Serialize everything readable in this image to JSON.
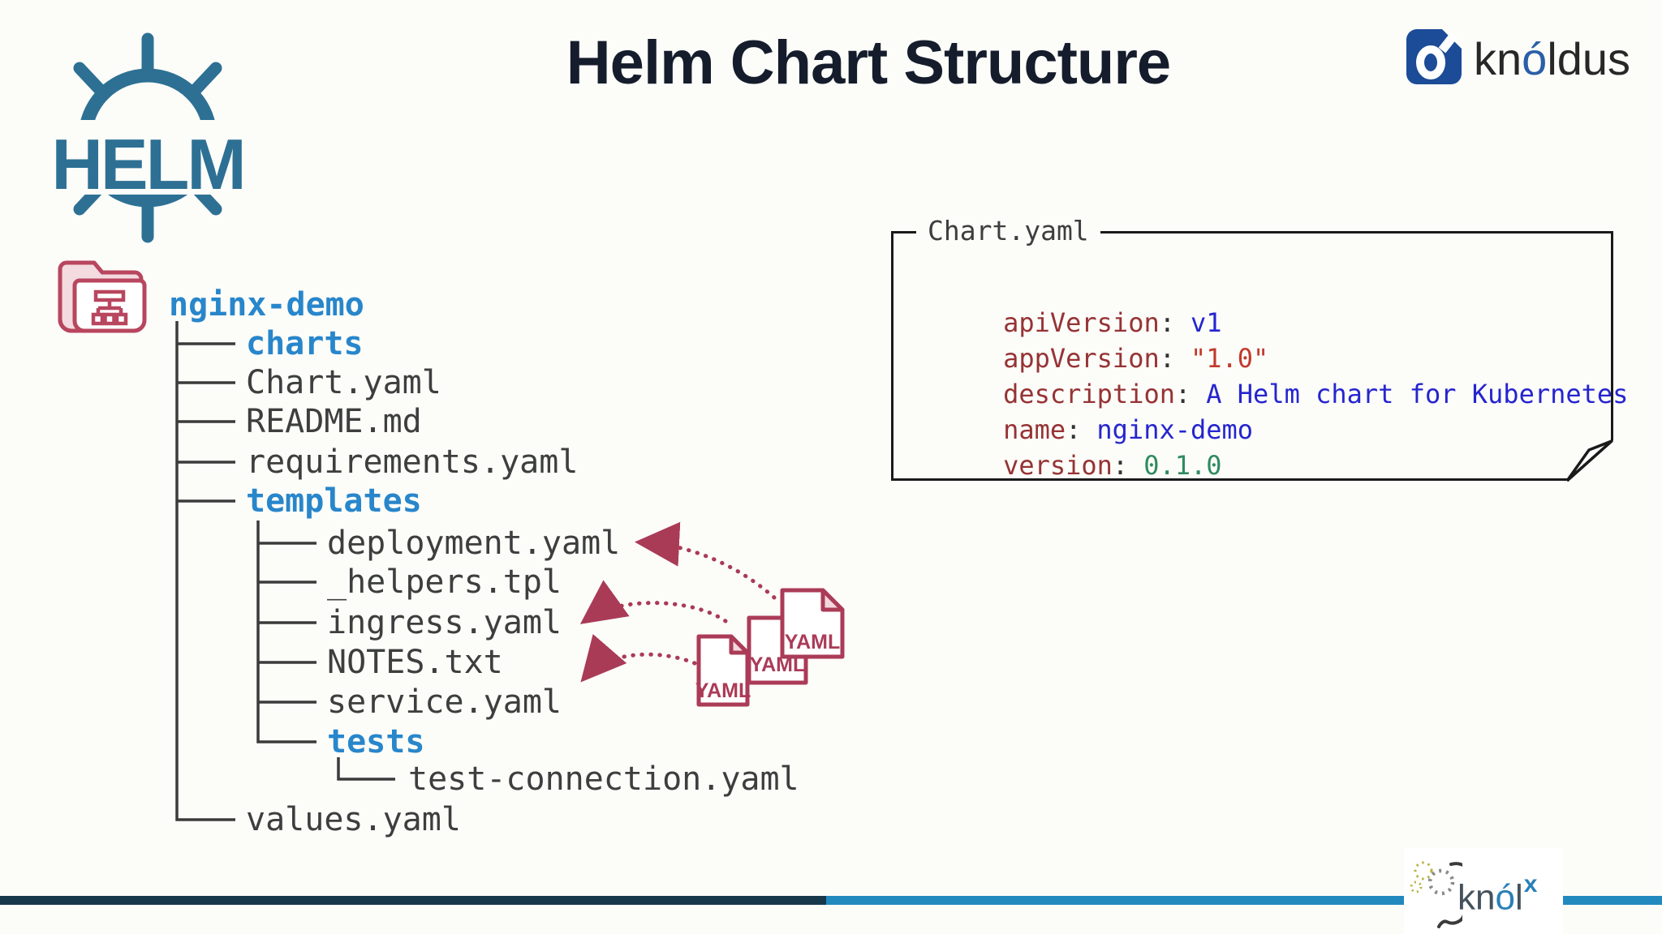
{
  "title": "Helm Chart Structure",
  "helm_logo": {
    "label": "HELM"
  },
  "knoldus_logo": {
    "name_prefix": "kn",
    "name_accent": "ó",
    "name_suffix": "ldus"
  },
  "knolx_logo": {
    "name_prefix": "kn",
    "name_accent": "ó",
    "name_suffix": "l",
    "superscript": "x"
  },
  "file_tree": {
    "root": "nginx-demo",
    "items": [
      {
        "label": "charts",
        "type": "folder",
        "level": 1
      },
      {
        "label": "Chart.yaml",
        "type": "file",
        "level": 1
      },
      {
        "label": "README.md",
        "type": "file",
        "level": 1
      },
      {
        "label": "requirements.yaml",
        "type": "file",
        "level": 1
      },
      {
        "label": "templates",
        "type": "folder",
        "level": 1
      },
      {
        "label": "deployment.yaml",
        "type": "file",
        "level": 2
      },
      {
        "label": "_helpers.tpl",
        "type": "file",
        "level": 2
      },
      {
        "label": "ingress.yaml",
        "type": "file",
        "level": 2
      },
      {
        "label": "NOTES.txt",
        "type": "file",
        "level": 2
      },
      {
        "label": "service.yaml",
        "type": "file",
        "level": 2
      },
      {
        "label": "tests",
        "type": "folder",
        "level": 2
      },
      {
        "label": "test-connection.yaml",
        "type": "file",
        "level": 3
      },
      {
        "label": "values.yaml",
        "type": "file",
        "level": 1
      }
    ]
  },
  "code_box": {
    "legend": "Chart.yaml",
    "separator": ":",
    "lines": [
      {
        "key": "apiVersion",
        "value": "v1",
        "color": "blue"
      },
      {
        "key": "appVersion",
        "value": "\"1.0\"",
        "color": "red"
      },
      {
        "key": "description",
        "value": "A Helm chart for Kubernetes",
        "color": "blue"
      },
      {
        "key": "name",
        "value": "nginx-demo",
        "color": "blue"
      },
      {
        "key": "version",
        "value": "0.1.0",
        "color": "green"
      }
    ]
  },
  "yaml_badge": {
    "label": "YAML"
  },
  "colors": {
    "helm_blue": "#2d7094",
    "tree_folder_blue": "#2886cb",
    "tree_file_gray": "#3d3e3e",
    "accent_maroon": "#a93b57",
    "knoldus_blue": "#1c4c97",
    "code_key": "#963334",
    "code_value_blue": "#2525cf",
    "code_value_red": "#c13a2c",
    "code_value_green": "#2e8b5f",
    "bottom_bar_dark": "#17384b",
    "bottom_bar_light": "#2289bf",
    "title_color": "#151d2c"
  }
}
